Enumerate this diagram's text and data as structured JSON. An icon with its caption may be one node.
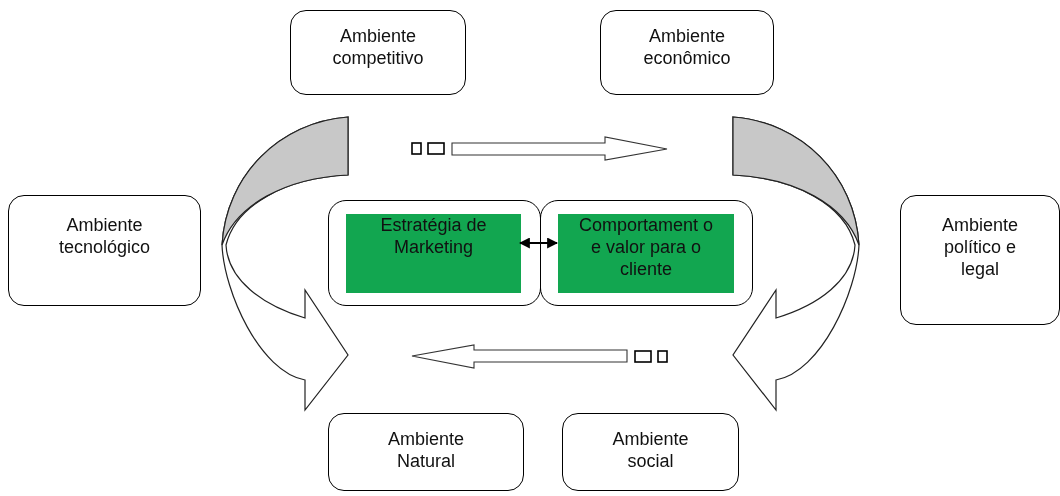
{
  "diagram": {
    "nodes": [
      {
        "text": [
          "Ambiente competitivo"
        ]
      },
      {
        "text": [
          "Ambiente econômico"
        ]
      },
      {
        "text": [
          "Ambiente tecnológico"
        ]
      },
      {
        "text": [],
        "shape": "box"
      },
      {
        "text": [
          "Estratégia de Marketing"
        ],
        "in": 3
      },
      {
        "text": [],
        "shape": "box"
      },
      {
        "text": [
          "Comportament o e valor para o cliente"
        ],
        "in": 5
      },
      {
        "text": [
          "Ambiente político e legal"
        ]
      },
      {
        "text": [
          "Ambiente Natural"
        ]
      },
      {
        "text": [
          "Ambiente social"
        ]
      }
    ],
    "edges": [
      {
        "from": 4,
        "to": 6,
        "arrow": "both"
      }
    ]
  }
}
